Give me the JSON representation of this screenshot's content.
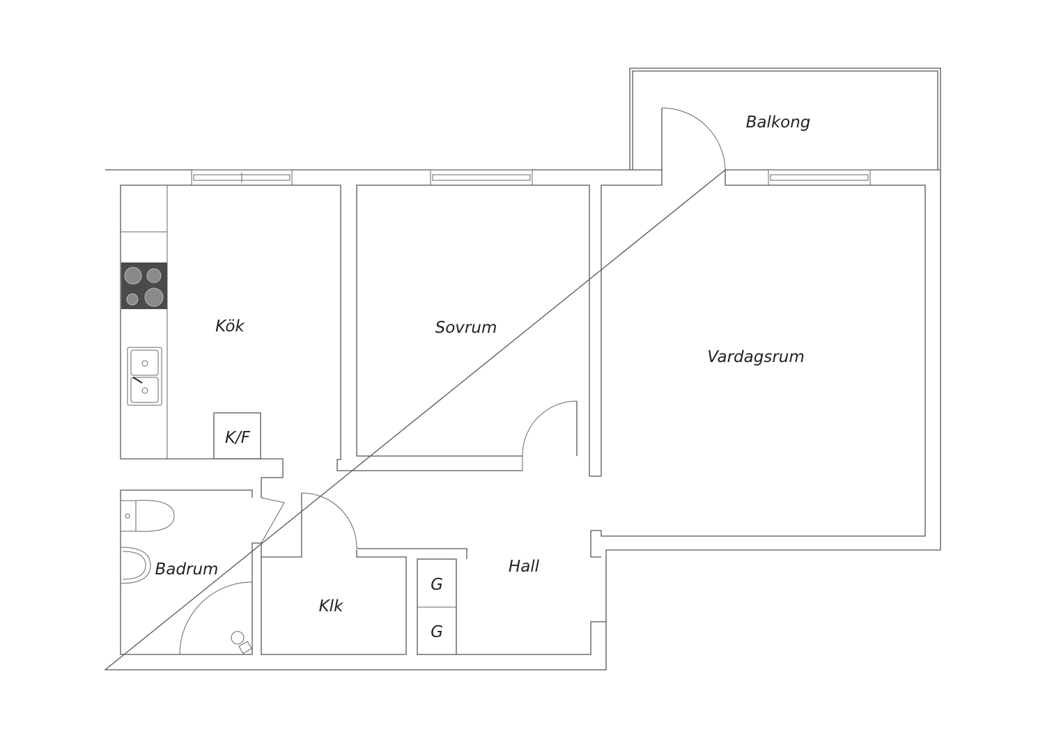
{
  "rooms": {
    "balcony": "Balkong",
    "kitchen": "Kök",
    "bedroom": "Sovrum",
    "living_room": "Vardagsrum",
    "fridge_freezer": "K/F",
    "bathroom": "Badrum",
    "hall": "Hall",
    "closet": "Klk",
    "wardrobe_1": "G",
    "wardrobe_2": "G"
  },
  "colors": {
    "wall": "#555555",
    "stove": "#4a4a4a",
    "burner": "#8a8a8a"
  }
}
